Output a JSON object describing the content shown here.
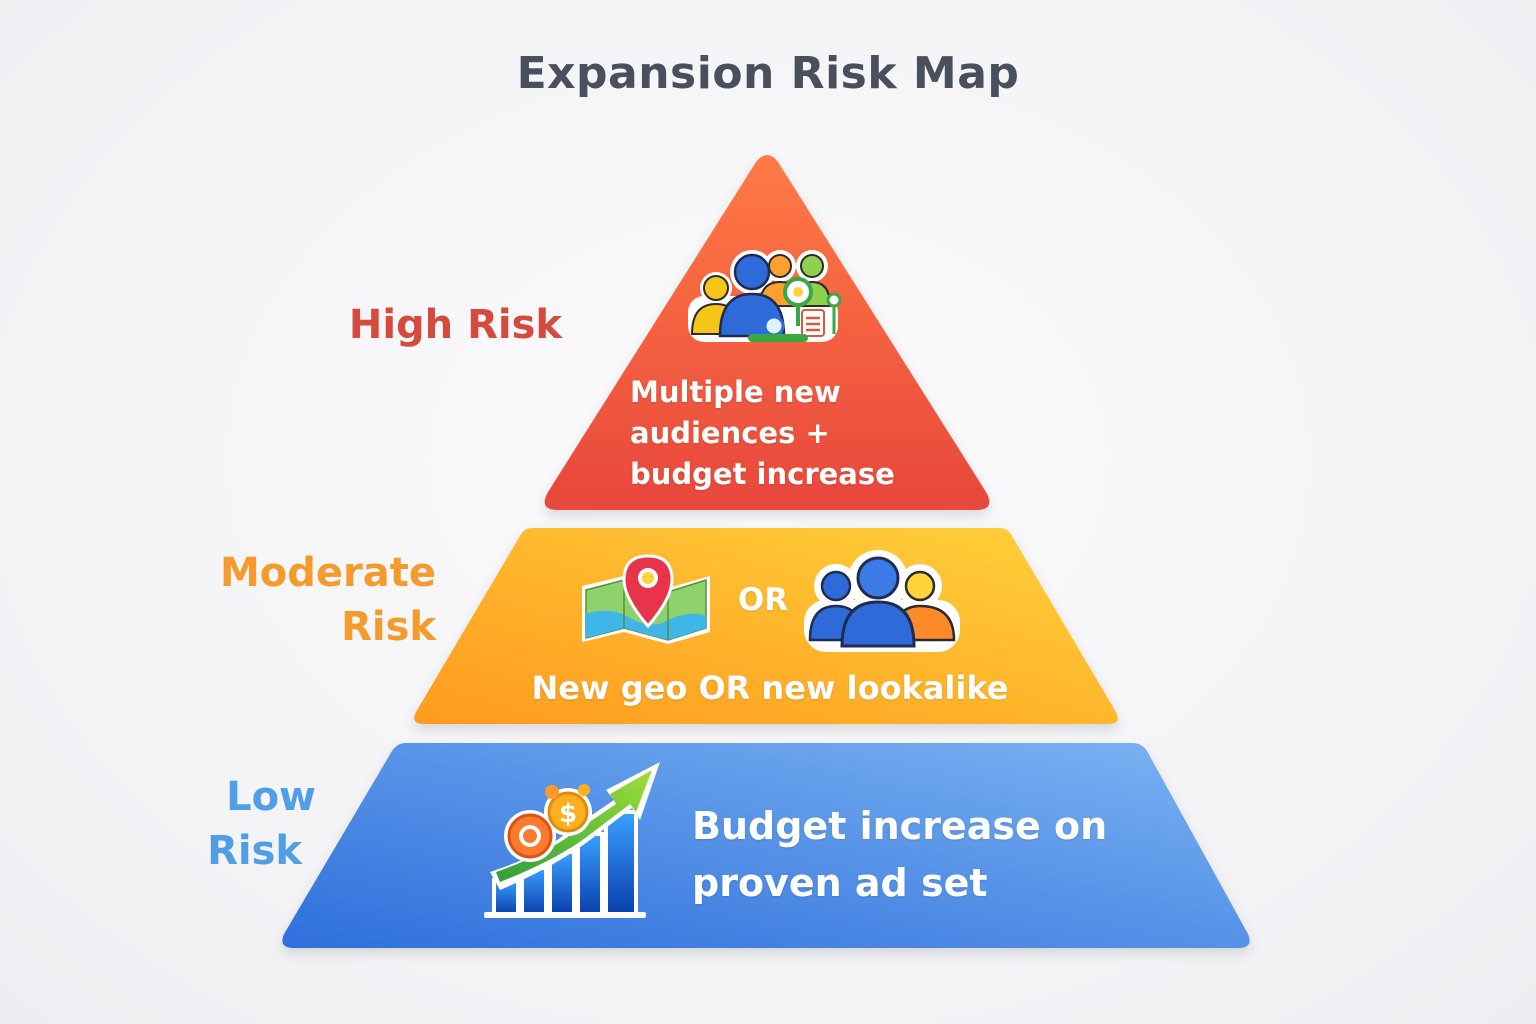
{
  "title": "Expansion Risk Map",
  "tiers": {
    "high": {
      "label_line1": "High Risk",
      "description": "Multiple new audiences + budget increase",
      "icon": "audiences-target-budget-icon",
      "color_top": "#ff7a45",
      "color_bottom": "#e8473c"
    },
    "moderate": {
      "label_line1": "Moderate",
      "label_line2": "Risk",
      "description": "New geo OR new lookalike",
      "connector": "OR",
      "icons": [
        "map-pin-icon",
        "lookalike-people-icon"
      ],
      "color_top": "#ffd23a",
      "color_bottom": "#ff9a1f"
    },
    "low": {
      "label_line1": "Low",
      "label_line2": "Risk",
      "description": "Budget increase on proven ad set",
      "icon": "budget-growth-chart-icon",
      "color_left": "#2e6fdc",
      "color_right": "#7cb4f2"
    }
  }
}
